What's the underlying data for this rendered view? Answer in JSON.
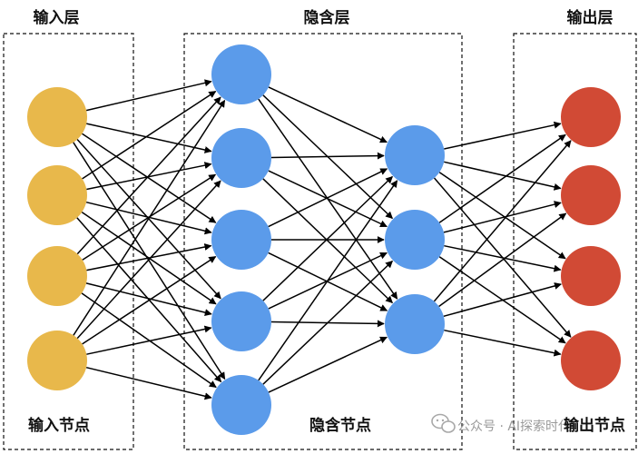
{
  "layers": [
    {
      "id": "input",
      "title": "输入层",
      "caption": "输入节点",
      "node_count": 4,
      "color": "#E8B84B"
    },
    {
      "id": "hidden1",
      "title": "隐含层",
      "caption": "隐含节点",
      "node_count": 5,
      "color": "#5B9BEA"
    },
    {
      "id": "hidden2",
      "title": "",
      "caption": "",
      "node_count": 3,
      "color": "#5B9BEA"
    },
    {
      "id": "output",
      "title": "输出层",
      "caption": "输出节点",
      "node_count": 4,
      "color": "#D14A35"
    }
  ],
  "connectivity": "fully-connected",
  "edge_color": "#000000",
  "watermark": {
    "text": "公众号 · AI探索时代",
    "icon": "wechat-icon"
  }
}
